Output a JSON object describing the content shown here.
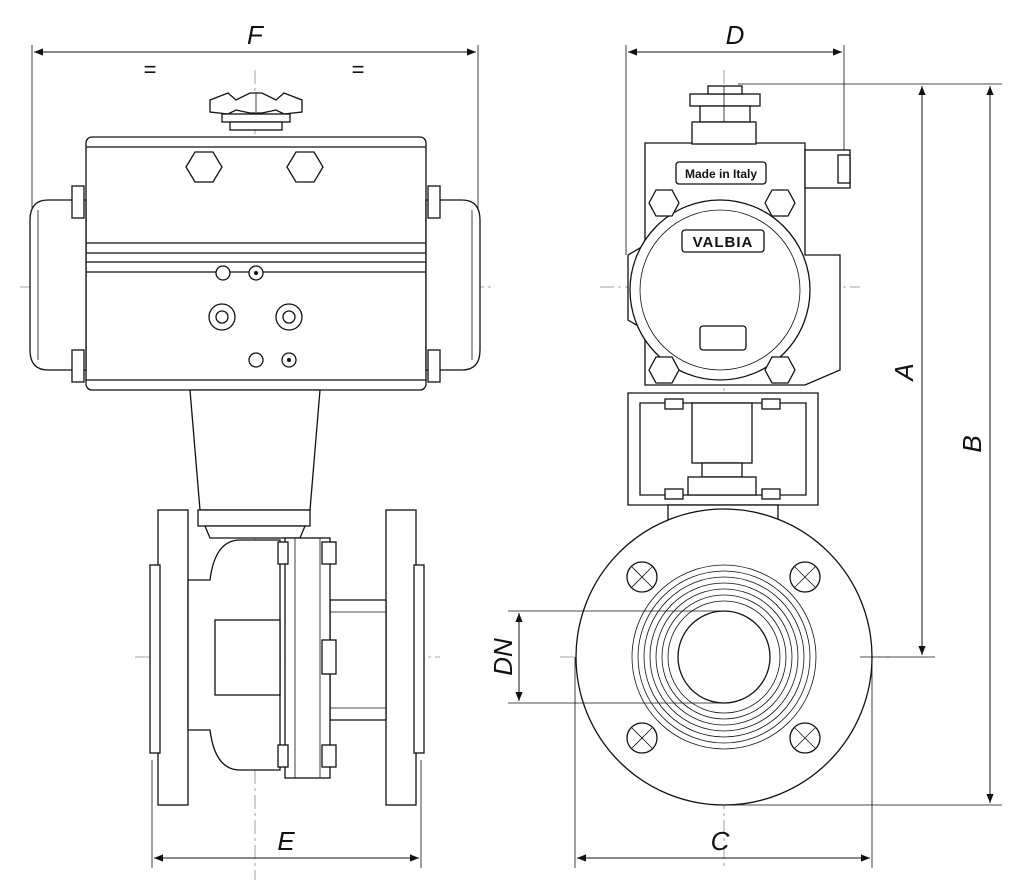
{
  "dimensions": {
    "F": "F",
    "D": "D",
    "A": "A",
    "B": "B",
    "C": "C",
    "E": "E",
    "DN": "DN",
    "equal_left": "=",
    "equal_right": "="
  },
  "plates": {
    "made_in": "Made in Italy",
    "brand": "VALBIA"
  },
  "colors": {
    "line": "#111111",
    "centerline": "#888888",
    "background": "#ffffff"
  }
}
